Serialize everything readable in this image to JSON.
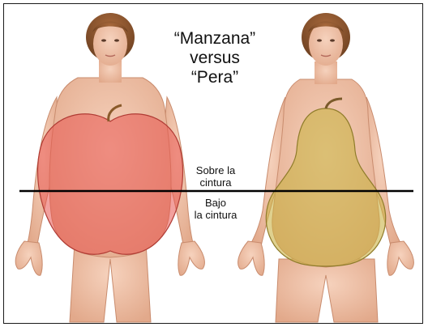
{
  "title": {
    "line1": "“Manzana”",
    "line2": "versus",
    "line3": "“Pera”"
  },
  "labels": {
    "above_waist_line1": "Sobre la",
    "above_waist_line2": "cintura",
    "below_waist_line1": "Bajo",
    "below_waist_line2": "la cintura"
  },
  "colors": {
    "skin": "#eec0a6",
    "skin_shadow": "#d9957a",
    "hair": "#8a5530",
    "apple_fill": "#e8544e",
    "pear_fill": "#c9b244",
    "waist_line": "#000000"
  }
}
